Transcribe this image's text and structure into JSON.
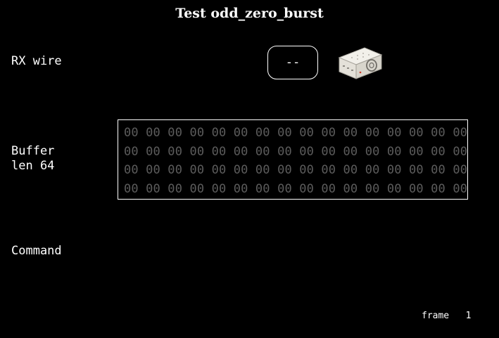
{
  "title": "Test odd_zero_burst",
  "rx_wire": {
    "label": "RX wire",
    "value": "--",
    "device_icon": "device-box-icon"
  },
  "buffer": {
    "label_line1": "Buffer",
    "label_line2": "len 64",
    "rows": [
      "00 00 00 00 00 00 00 00 00 00 00 00 00 00 00 00",
      "00 00 00 00 00 00 00 00 00 00 00 00 00 00 00 00",
      "00 00 00 00 00 00 00 00 00 00 00 00 00 00 00 00",
      "00 00 00 00 00 00 00 00 00 00 00 00 00 00 00 00"
    ],
    "byte_color": "#5c5c5c"
  },
  "command": {
    "label": "Command"
  },
  "frame": {
    "label": "frame",
    "value": "1"
  },
  "colors": {
    "background": "#000000",
    "foreground": "#ffffff"
  }
}
